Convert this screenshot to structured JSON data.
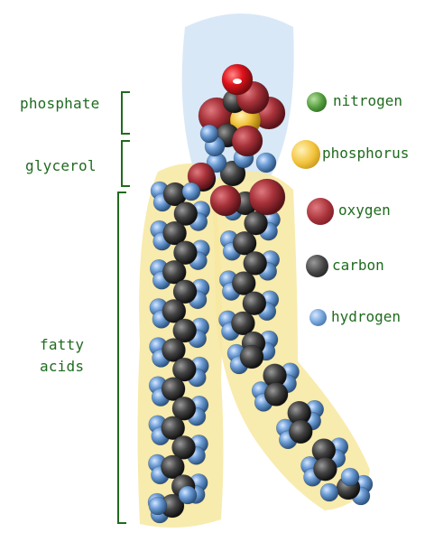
{
  "labels": {
    "phosphate": "phosphate",
    "glycerol": "glycerol",
    "fatty_acids": [
      "fatty",
      "acids"
    ]
  },
  "legend": [
    {
      "key": "nitrogen",
      "label": "nitrogen",
      "color": "#4e9a3a",
      "icon": "nitrogen-atom"
    },
    {
      "key": "phosphorus",
      "label": "phosphorus",
      "color": "#f2c23a",
      "icon": "phosphorus-atom"
    },
    {
      "key": "oxygen",
      "label": "oxygen",
      "color": "#a8323a",
      "icon": "oxygen-atom"
    },
    {
      "key": "carbon",
      "label": "carbon",
      "color": "#3a3a3a",
      "icon": "carbon-atom"
    },
    {
      "key": "hydrogen",
      "label": "hydrogen",
      "color": "#6f9fd8",
      "icon": "hydrogen-atom"
    }
  ],
  "colors": {
    "label_green": "#1f6b1f",
    "oxygen_top": "#e0141c",
    "glow": "#f7e8a0",
    "head_glow": "#cfe2f5"
  }
}
